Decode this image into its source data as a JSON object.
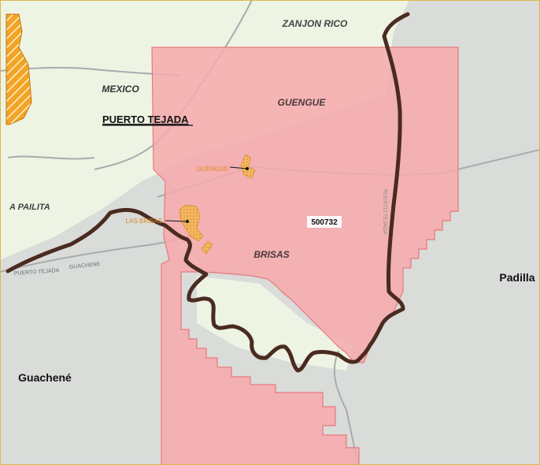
{
  "map": {
    "labels": {
      "zanjon_rico": "ZANJON RICO",
      "mexico": "MEXICO",
      "puerto_tejada": "PUERTO TEJADA",
      "guengue_area": "GUENGUE",
      "guengue_town": "GUENGUE",
      "a_pailita": "A PAILITA",
      "las_brisas": "LAS BRISAS",
      "parcel_id": "500732",
      "brisas": "BRISAS",
      "padilla": "Padilla",
      "guachene": "Guachené",
      "road_puerto_tejada": "PUERTO TEJADA",
      "road_guachene": "GUACHENE",
      "road_puerto_east": "PUERTO TEJADA"
    },
    "colors": {
      "basemap_land": "#d9dcd8",
      "lowland_green": "#eef4e4",
      "concession_fill": "#f7a9ad",
      "concession_stroke": "#e8787e",
      "boundary_line": "#4a2b20",
      "settlement_fill": "#f4b860",
      "hatch_orange": "#f2a426",
      "road_gray": "#a8acad"
    }
  }
}
